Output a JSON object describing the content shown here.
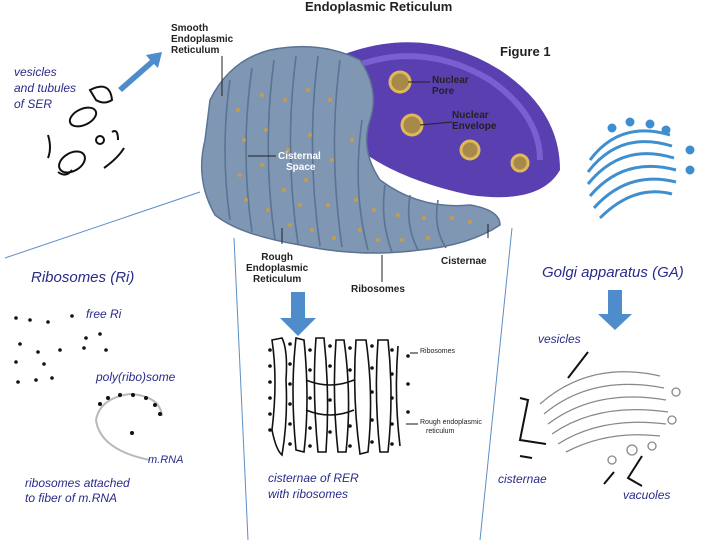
{
  "title": "Endoplasmic Reticulum",
  "figure_label": "Figure 1",
  "er_labels": {
    "smooth_er": [
      "Smooth",
      "Endoplasmic",
      "Reticulum"
    ],
    "nuclear_pore": [
      "Nuclear",
      "Pore"
    ],
    "nuclear_envelope": [
      "Nuclear",
      "Envelope"
    ],
    "cisternal_space": [
      "Cisternal",
      "Space"
    ],
    "rough_er": [
      "Rough",
      "Endoplasmic",
      "Reticulum"
    ],
    "cisternae": "Cisternae",
    "ribosomes": "Ribosomes"
  },
  "ser_caption": [
    "vesicles",
    "and tubules",
    "of SER"
  ],
  "ribosomes_panel": {
    "heading": "Ribosomes (Ri)",
    "free_ri": "free Ri",
    "polysome": "poly(ribo)some",
    "mrna": "m.RNA",
    "caption": [
      "ribosomes attached",
      "to fiber of m.RNA"
    ]
  },
  "rer_panel": {
    "label_ribosomes": "Ribosomes",
    "label_rough": [
      "Rough endoplasmic",
      "reticulum"
    ],
    "caption": [
      "cisternae of RER",
      "with ribosomes"
    ]
  },
  "golgi_panel": {
    "heading": "Golgi apparatus (GA)",
    "vesicles": "vesicles",
    "cisternae": "cisternae",
    "vacuoles": "vacuoles"
  },
  "colors": {
    "er_blue": "#7f97b3",
    "nucleus_purple": "#5a3fb0",
    "ribosome_gold": "#c89a4a",
    "arrow_blue": "#4f8ccc",
    "golgi_blue": "#3f8fd0"
  }
}
